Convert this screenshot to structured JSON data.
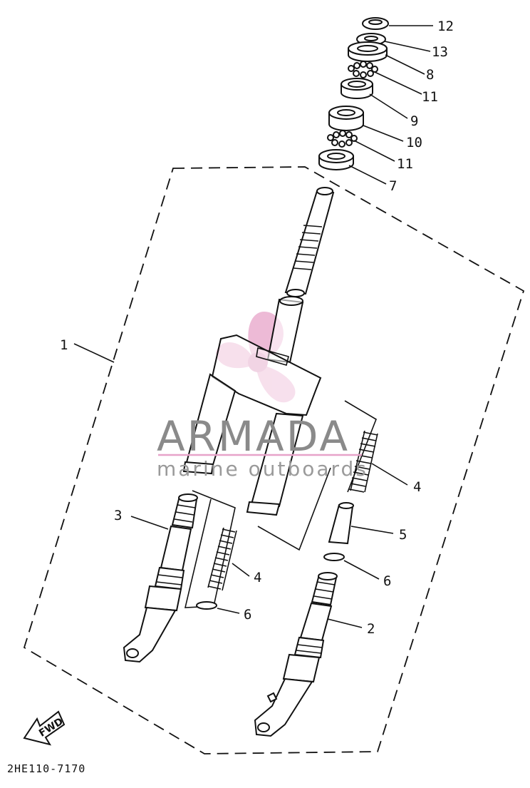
{
  "diagram": {
    "drawing_code": "2HE110-7170",
    "fwd_label": "FWD",
    "watermark": {
      "brand": "ARMADA",
      "tagline": "marine outboards",
      "colors": {
        "text": "#8a8a8a",
        "logo": "#e7a3c9"
      }
    },
    "callouts": [
      {
        "id": "c12",
        "label": "12"
      },
      {
        "id": "c13",
        "label": "13"
      },
      {
        "id": "c8",
        "label": "8"
      },
      {
        "id": "c11a",
        "label": "11"
      },
      {
        "id": "c9",
        "label": "9"
      },
      {
        "id": "c10",
        "label": "10"
      },
      {
        "id": "c11b",
        "label": "11"
      },
      {
        "id": "c7",
        "label": "7"
      },
      {
        "id": "c1",
        "label": "1"
      },
      {
        "id": "c4a",
        "label": "4"
      },
      {
        "id": "c5",
        "label": "5"
      },
      {
        "id": "c6a",
        "label": "6"
      },
      {
        "id": "c3",
        "label": "3"
      },
      {
        "id": "c4b",
        "label": "4"
      },
      {
        "id": "c6b",
        "label": "6"
      },
      {
        "id": "c2",
        "label": "2"
      }
    ]
  }
}
